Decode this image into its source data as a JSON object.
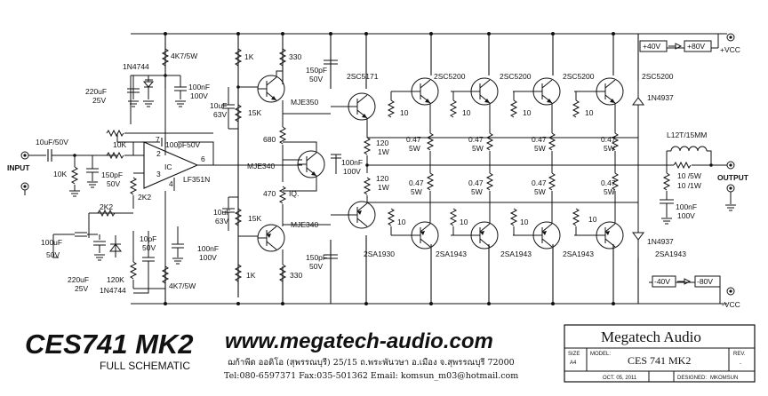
{
  "labels": {
    "r_4k7_top": "4K7/5W",
    "zener_top": "1N4744",
    "c220_top_val": "220uF",
    "c220_top_v": "25V",
    "c100n_top_val": "100nF",
    "c100n_top_v": "100V",
    "c10u_top_val": "10uF",
    "c10u_top_v": "63V",
    "r1k_top": "1K",
    "r15k_top": "15K",
    "r330_top": "330",
    "mje350": "MJE350",
    "c150p_top_val": "150pF",
    "c150p_top_v": "50V",
    "r680": "680",
    "mje340_mid": "MJE340",
    "r470": "470",
    "iq": "IQ.",
    "c100n_mid_val": "100nF",
    "c100n_mid_v": "100V",
    "c10u_bot_val": "10uF",
    "c10u_bot_v": "63V",
    "r15k_bot": "15K",
    "mje340_bot": "MJE340",
    "c150p_bot_val": "150pF",
    "c150p_bot_v": "50V",
    "r1k_bot": "1K",
    "r330_bot": "330",
    "r4k7_bot": "4K7/5W",
    "c10u50_in": "10uF/50V",
    "input": "INPUT",
    "r10k_in": "10K",
    "c150p_in_val": "150pF",
    "c150p_in_v": "50V",
    "r10k_fb": "10K",
    "c100p_fb": "100pF50V",
    "ic": "IC",
    "ic_pin7": "7",
    "ic_pin2": "2",
    "ic_pin3": "3",
    "ic_pin4": "4",
    "ic_pin6": "6",
    "lf351": "LF351N",
    "r2k2_a": "2K2",
    "r2k2_b": "2K2",
    "c100u_val": "100uF",
    "c100u_v": "50V",
    "c220_bot_val": "220uF",
    "c220_bot_v": "25V",
    "r120k": "120K",
    "zener_bot": "1N4744",
    "c10p_val": "10pF",
    "c10p_v": "50V",
    "c100n_bot_val": "100nF",
    "c100n_bot_v": "100V",
    "q_2sc5171": "2SC5171",
    "q_2sc5200_a": "2SC5200",
    "q_2sc5200_b": "2SC5200",
    "q_2sc5200_c": "2SC5200",
    "q_2sc5200_d": "2SC5200",
    "q_2sa1930": "2SA1930",
    "q_2sa1943_a": "2SA1943",
    "q_2sa1943_b": "2SA1943",
    "q_2sa1943_c": "2SA1943",
    "q_2sa1943_d": "2SA1943",
    "r10": "10",
    "r120_1w": "120",
    "w1": "1W",
    "r047": "0.47",
    "w5": "5W",
    "diode_top": "1N4937",
    "diode_bot": "1N4937",
    "coil": "L12T/15MM",
    "r10_5w": "10 /5W",
    "r10_1w": "10 /1W",
    "c100n_out_val": "100nF",
    "c100n_out_v": "100V",
    "output": "OUTPUT",
    "plus40": "+40V",
    "plus80": "+80V",
    "plus_vcc": "+VCC",
    "minus40": "-40V",
    "minus80": "-80V",
    "minus_vcc": "-VCC"
  },
  "footer": {
    "model": "CES741 MK2",
    "subtitle": "FULL SCHEMATIC",
    "website": "www.megatech-audio.com",
    "address": "ฌก้าพีด ออดิโอ (สุพรรณบุรี) 25/15 ถ.พระพันวษา อ.เมือง จ.สุพรรณบุรี 72000",
    "contact": "Tel:080-6597371  Fax:035-501362   Email: komsun_m03@hotmail.com"
  },
  "title_block": {
    "company": "Megatech   Audio",
    "size_label": "SIZE",
    "size_value": "A4",
    "model_label": "MODEL:",
    "model_value": "CES 741 MK2",
    "rev_label": "REV.",
    "rev_value": "-",
    "date": "OCT. 05, 2011",
    "designed_label": "DESIGNED:",
    "designer": "MKOMSUN"
  }
}
